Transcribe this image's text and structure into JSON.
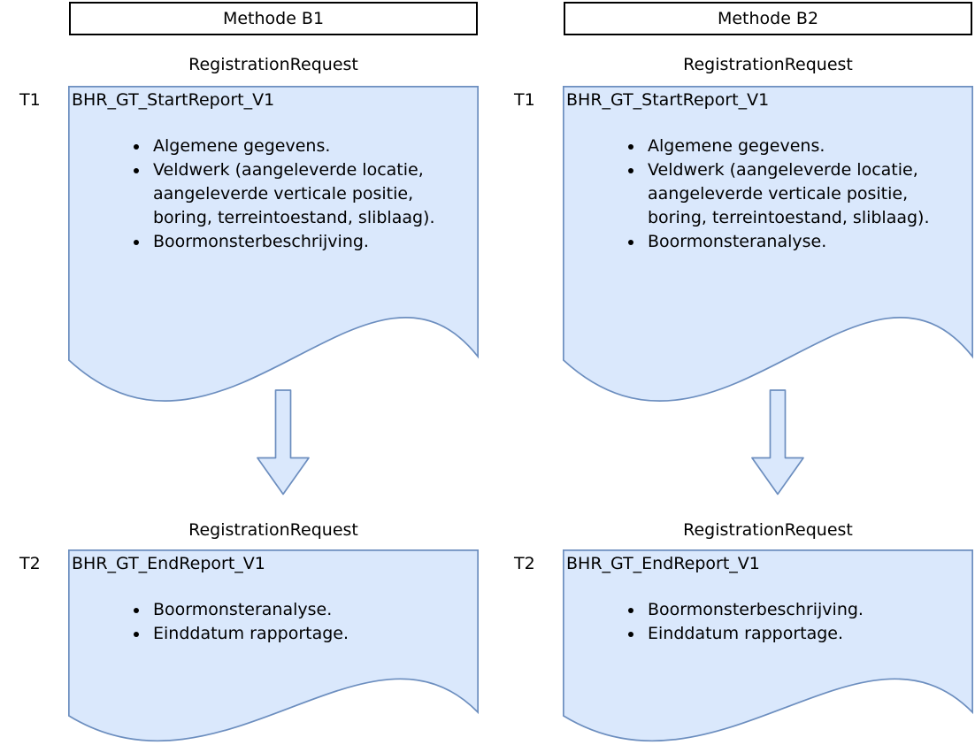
{
  "diagram": {
    "type": "flow-diagram",
    "shape_style": "document (wavy-bottom) flowchart nodes with block arrows"
  },
  "colors": {
    "document_fill": "#dae8fc",
    "document_stroke": "#6c8ebf",
    "arrow_fill": "#dae8fc",
    "arrow_stroke": "#6c8ebf",
    "header_fill": "#ffffff",
    "header_stroke": "#000000",
    "text": "#000000"
  },
  "icons": {
    "down_arrow": "block-arrow-down-icon"
  },
  "columns": [
    {
      "header": "Methode B1",
      "stages": [
        {
          "time_label": "T1",
          "request_label": "RegistrationRequest",
          "title": "BHR_GT_StartReport_V1",
          "bullets": [
            "Algemene gegevens.",
            "Veldwerk (aangeleverde locatie, aangeleverde verticale positie, boring, terreintoestand, sliblaag).",
            "Boormonsterbeschrijving."
          ]
        },
        {
          "time_label": "T2",
          "request_label": "RegistrationRequest",
          "title": "BHR_GT_EndReport_V1",
          "bullets": [
            "Boormonsteranalyse.",
            "Einddatum rapportage."
          ]
        }
      ]
    },
    {
      "header": "Methode B2",
      "stages": [
        {
          "time_label": "T1",
          "request_label": "RegistrationRequest",
          "title": "BHR_GT_StartReport_V1",
          "bullets": [
            "Algemene gegevens.",
            "Veldwerk (aangeleverde locatie, aangeleverde verticale positie, boring, terreintoestand, sliblaag).",
            "Boormonsteranalyse."
          ]
        },
        {
          "time_label": "T2",
          "request_label": "RegistrationRequest",
          "title": "BHR_GT_EndReport_V1",
          "bullets": [
            "Boormonsterbeschrijving.",
            "Einddatum rapportage."
          ]
        }
      ]
    }
  ]
}
